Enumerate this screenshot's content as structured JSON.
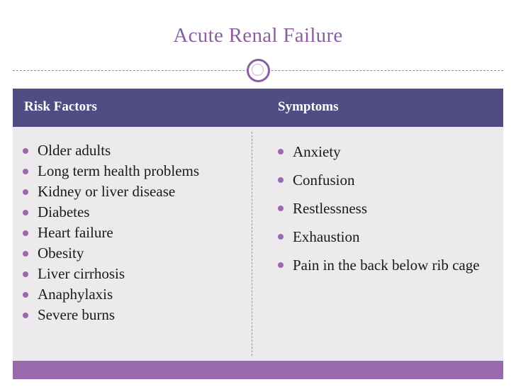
{
  "slide": {
    "title": "Acute Renal Failure",
    "colors": {
      "title_text": "#8a5f9e",
      "header_band": "#4f4d83",
      "body_band": "#eceaec",
      "bottom_band": "#9a6aad",
      "bullet": "#9a6aad",
      "divider": "#9a7fb5"
    },
    "columns": [
      {
        "header": "Risk Factors",
        "items": [
          "Older adults",
          "Long term health problems",
          "Kidney or liver disease",
          "Diabetes",
          "Heart failure",
          "Obesity",
          "Liver cirrhosis",
          "Anaphylaxis",
          "Severe burns"
        ]
      },
      {
        "header": "Symptoms",
        "items": [
          "Anxiety",
          "Confusion",
          "Restlessness",
          "Exhaustion",
          "Pain in the back below rib cage"
        ]
      }
    ]
  }
}
